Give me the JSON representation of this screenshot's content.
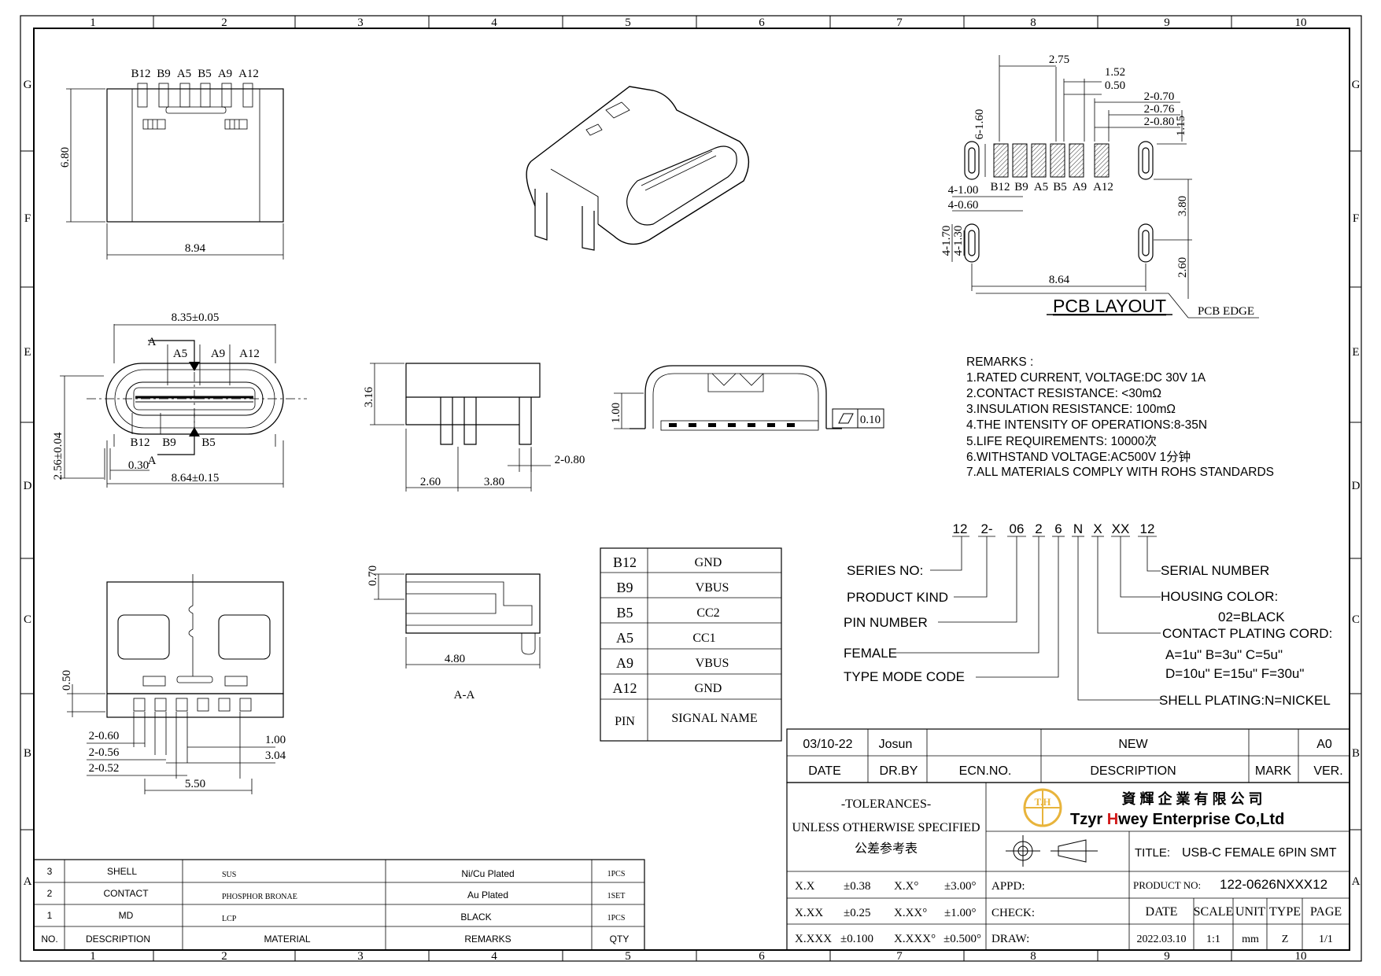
{
  "frame": {
    "col_numbers": [
      "1",
      "2",
      "3",
      "4",
      "5",
      "6",
      "7",
      "8",
      "9",
      "10"
    ],
    "row_letters": [
      "G",
      "F",
      "E",
      "D",
      "C",
      "B",
      "A"
    ]
  },
  "top_view": {
    "pin_labels": [
      "B12",
      "B9",
      "A5",
      "B5",
      "A9",
      "A12"
    ],
    "dim_height": "6.80",
    "dim_width": "8.94"
  },
  "front_view": {
    "dim_top": "8.35±0.05",
    "label_a_top": "A",
    "label_a_bottom": "A",
    "top_pins": [
      "A5",
      "A9",
      "A12"
    ],
    "bottom_pins": [
      "B12",
      "B9",
      "B5"
    ],
    "dim_height": "2.56±0.04",
    "dim_offset": "0.30",
    "dim_bottom": "8.64±0.15"
  },
  "side_view": {
    "dim_height": "3.16",
    "dim_left": "2.60",
    "dim_mid": "3.80",
    "dim_pin": "2-0.80"
  },
  "rear_view": {
    "dim_height": "1.00",
    "flatness": "0.10"
  },
  "section_view": {
    "dim_height": "0.70",
    "dim_width": "4.80",
    "label": "A-A"
  },
  "bottom_view": {
    "dim_height": "0.50",
    "dim_a": "2-0.60",
    "dim_b": "2-0.56",
    "dim_c": "2-0.52",
    "dim_d": "1.00",
    "dim_e": "3.04",
    "dim_f": "5.50"
  },
  "pcb_layout": {
    "title": "PCB LAYOUT",
    "dims_top": [
      "2.75",
      "1.52",
      "0.50"
    ],
    "dims_right": [
      "2-0.70",
      "2-0.76",
      "2-0.80"
    ],
    "dim_pad_height": "6-1.60",
    "dim_right_small": "1.15",
    "pin_labels": [
      "B12",
      "B9",
      "A5",
      "B5",
      "A9",
      "A12"
    ],
    "dims_left": [
      "4-1.00",
      "4-0.60"
    ],
    "dims_slot": [
      "4-1.70",
      "4-1.30"
    ],
    "dim_vert_a": "3.80",
    "dim_vert_b": "2.60",
    "dim_width": "8.64",
    "edge_label": "PCB EDGE"
  },
  "remarks": {
    "heading": "REMARKS :",
    "lines": [
      "1.RATED CURRENT, VOLTAGE:DC 30V 1A",
      "2.CONTACT RESISTANCE: <30mΩ",
      "3.INSULATION RESISTANCE: 100mΩ",
      "4.THE INTENSITY OF OPERATIONS:8-35N",
      "5.LIFE REQUIREMENTS: 10000次",
      "6.WITHSTAND VOLTAGE:AC500V 1分钟",
      "7.ALL MATERIALS COMPLY WITH ROHS STANDARDS"
    ]
  },
  "part_code": {
    "segments": [
      "12",
      "2-",
      "06",
      "2",
      "6",
      "N",
      "X",
      "XX",
      "12"
    ],
    "left_labels": [
      "SERIES NO:",
      "PRODUCT KIND",
      "PIN NUMBER",
      "FEMALE",
      "TYPE MODE CODE"
    ],
    "right_labels": [
      "SERIAL NUMBER",
      "HOUSING COLOR:",
      "02=BLACK",
      "CONTACT PLATING CORD:",
      "A=1u\"   B=3u\"   C=5u\"",
      "D=10u\" E=15u\" F=30u\"",
      "SHELL PLATING:N=NICKEL"
    ]
  },
  "pin_table": {
    "rows": [
      {
        "pin": "B12",
        "signal": "GND"
      },
      {
        "pin": "B9",
        "signal": "VBUS"
      },
      {
        "pin": "B5",
        "signal": "CC2"
      },
      {
        "pin": "A5",
        "signal": "CC1"
      },
      {
        "pin": "A9",
        "signal": "VBUS"
      },
      {
        "pin": "A12",
        "signal": "GND"
      }
    ],
    "header_pin": "PIN",
    "header_signal": "SIGNAL NAME"
  },
  "bom": {
    "rows": [
      {
        "no": "3",
        "desc": "SHELL",
        "material": "SUS",
        "remarks": "Ni/Cu Plated",
        "qty": "1PCS"
      },
      {
        "no": "2",
        "desc": "CONTACT",
        "material": "PHOSPHOR BRONAE",
        "remarks": "Au Plated",
        "qty": "1SET"
      },
      {
        "no": "1",
        "desc": "MD",
        "material": "LCP",
        "remarks": "BLACK",
        "qty": "1PCS"
      }
    ],
    "headers": {
      "no": "NO.",
      "desc": "DESCRIPTION",
      "material": "MATERIAL",
      "remarks": "REMARKS",
      "qty": "QTY"
    }
  },
  "revision": {
    "date": "03/10-22",
    "drawn_by": "Josun",
    "description": "NEW",
    "version": "A0",
    "h_date": "DATE",
    "h_drby": "DR.BY",
    "h_ecn": "ECN.NO.",
    "h_desc": "DESCRIPTION",
    "h_mark": "MARK",
    "h_ver": "VER."
  },
  "title_block": {
    "tolerance_title": "-TOLERANCES-",
    "tolerance_sub": "UNLESS OTHERWISE SPECIFIED",
    "tolerance_cn": "公差参考表",
    "logo_text": "T.H",
    "company_cn": "資 輝 企 業 有 限 公 司",
    "company_en_1": "Tzyr ",
    "company_en_2": "H",
    "company_en_3": "wey Enterprise Co,Ltd",
    "title_label": "TITLE:",
    "title_value": "USB-C FEMALE 6PIN SMT",
    "appd": "APPD:",
    "product_label": "PRODUCT NO:",
    "product_value": "122-0626NXXX12",
    "check": "CHECK:",
    "draw": "DRAW:",
    "tol_rows": [
      {
        "a": "X.X",
        "b": "±0.38",
        "c": "X.X°",
        "d": "±3.00°"
      },
      {
        "a": "X.XX",
        "b": "±0.25",
        "c": "X.XX°",
        "d": "±1.00°"
      },
      {
        "a": "X.XXX",
        "b": "±0.100",
        "c": "X.XXX°",
        "d": "±0.500°"
      }
    ],
    "h_date": "DATE",
    "h_scale": "SCALE",
    "h_unit": "UNIT",
    "h_type": "TYPE",
    "h_page": "PAGE",
    "date": "2022.03.10",
    "scale": "1:1",
    "unit": "mm",
    "type": "Z",
    "page": "1/1"
  },
  "colors": {
    "logo": "#e8b43c",
    "brand_red": "#d11919"
  }
}
